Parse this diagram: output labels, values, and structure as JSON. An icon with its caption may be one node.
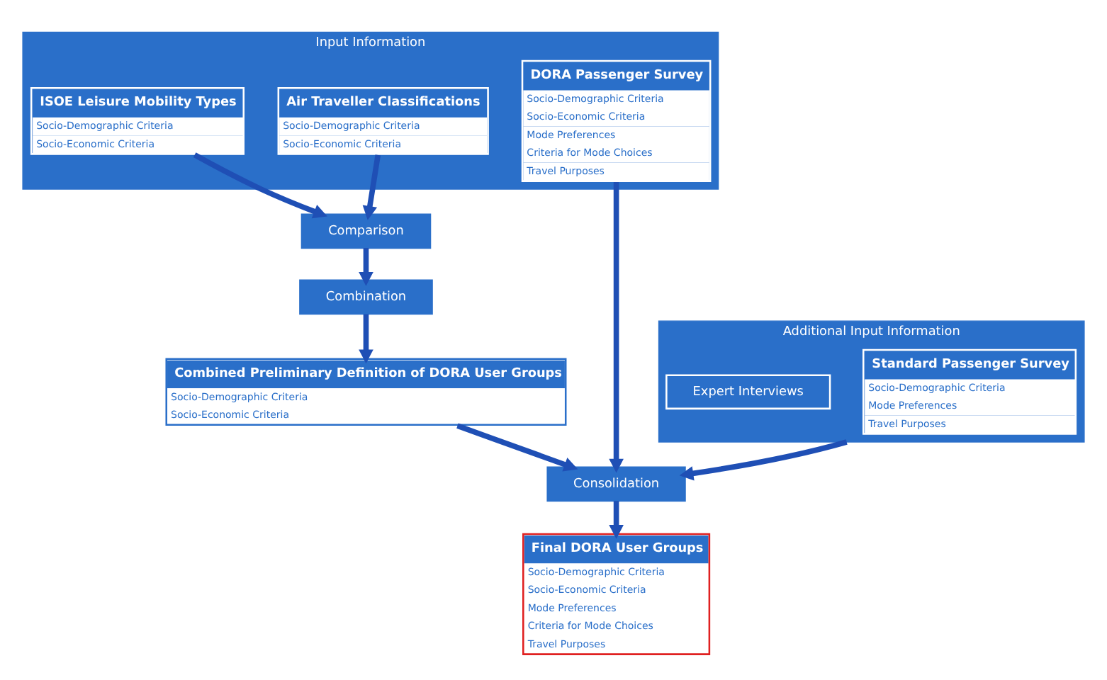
{
  "diagram": {
    "nodes": [
      {
        "text": [
          "Input Information"
        ]
      },
      {
        "text": [
          "Air Traveller Classifications",
          "Socio-Demographic Criteria",
          "Socio-Economic Criteria"
        ],
        "in": 0
      },
      {
        "text": [
          "ISOE Leisure Mobility Types",
          "Socio-Demographic Criteria",
          "Socio-Economic Criteria"
        ],
        "in": 0
      },
      {
        "text": [
          "DORA Passenger Survey",
          "Socio-Demographic Criteria",
          "Socio-Economic Criteria",
          "Mode Preferences",
          "Criteria for Mode Choices",
          "Travel Purposes"
        ],
        "in": 0
      },
      {
        "text": [
          "Additional Input Information"
        ]
      },
      {
        "text": [
          "Standard Passenger Survey",
          "Socio-Demographic Criteria",
          "Mode Preferences",
          "Travel Purposes"
        ],
        "in": 4
      },
      {
        "text": [
          "Expert Interviews"
        ],
        "in": 4
      },
      {
        "text": [
          "Comparison"
        ]
      },
      {
        "text": [
          "Combination"
        ]
      },
      {
        "text": [
          "Combined Preliminary Definition of DORA User Groups",
          "Socio-Demographic Criteria",
          "Socio-Economic Criteria"
        ]
      },
      {
        "text": [
          "Consolidation"
        ]
      },
      {
        "text": [
          "Final DORA User Groups",
          "Socio-Demographic Criteria",
          "Socio-Economic Criteria",
          "Mode Preferences",
          "Criteria for Mode Choices",
          "Travel Purposes"
        ]
      }
    ],
    "edges": [
      {
        "from": 1,
        "to": 7,
        "arrow": "to"
      },
      {
        "from": 2,
        "to": 7,
        "arrow": "to"
      },
      {
        "from": 7,
        "to": 8,
        "arrow": "to"
      },
      {
        "from": 8,
        "to": 9,
        "arrow": "to"
      },
      {
        "from": 3,
        "to": 10,
        "arrow": "to"
      },
      {
        "from": 4,
        "to": 10,
        "arrow": "to"
      },
      {
        "from": 9,
        "to": 10,
        "arrow": "to"
      },
      {
        "from": 10,
        "to": 11,
        "arrow": "to"
      }
    ]
  }
}
